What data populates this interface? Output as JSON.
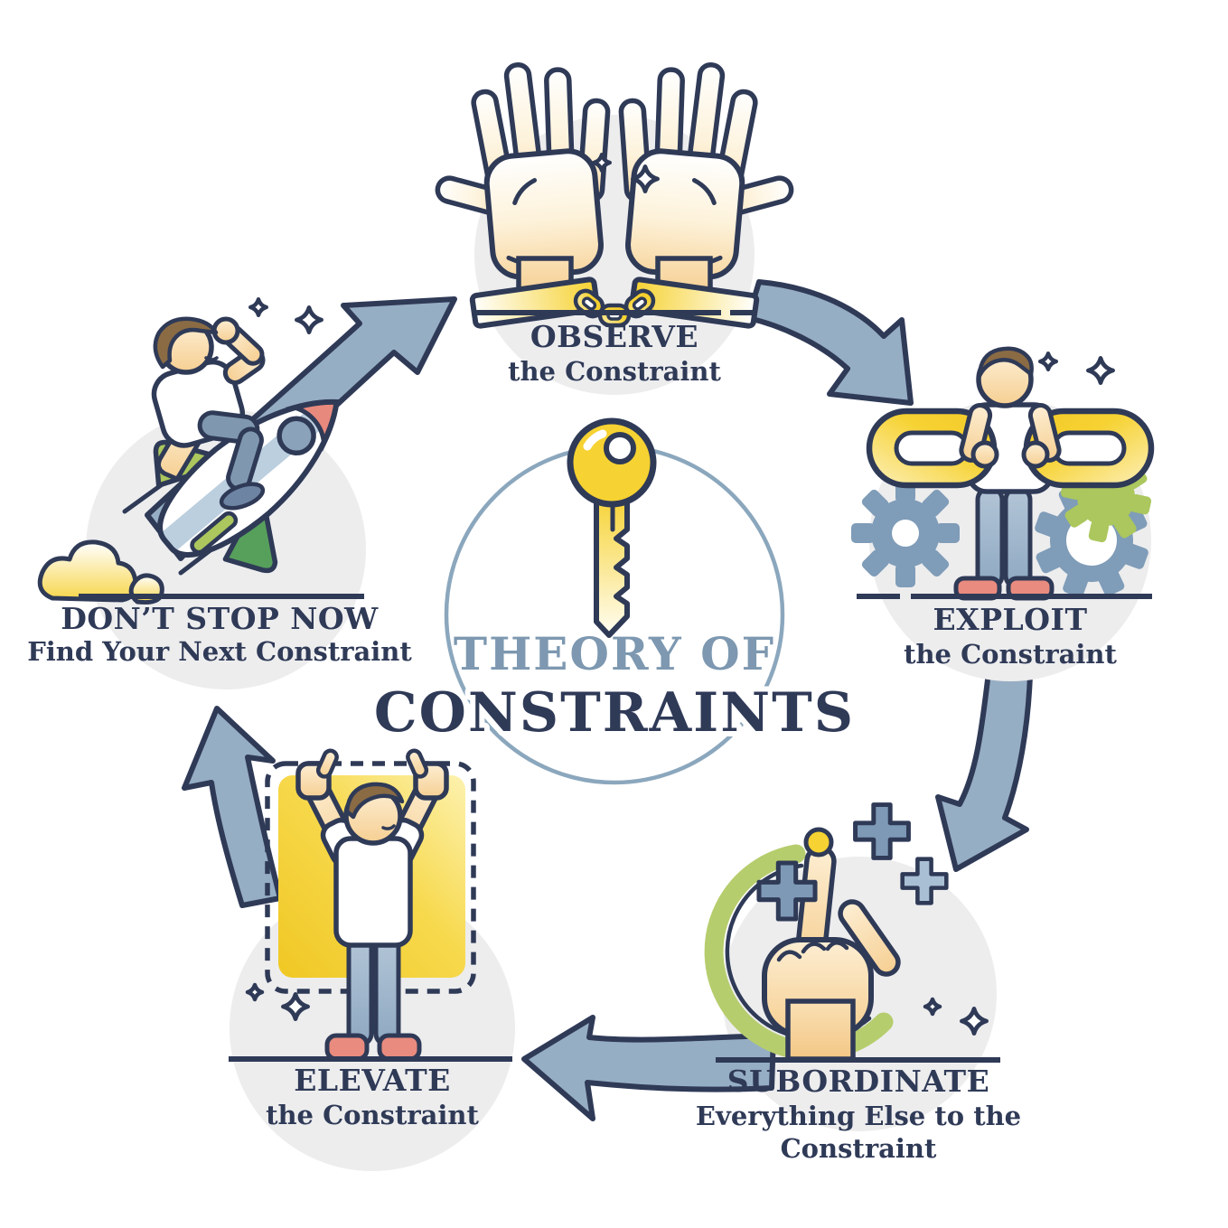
{
  "diagram": {
    "center": {
      "title_line1": "THEORY OF",
      "title_line2": "CONSTRAINTS",
      "icon": "key-icon"
    },
    "steps": [
      {
        "id": "observe",
        "order": 1,
        "position": "top",
        "title": "OBSERVE",
        "subtitle": "the Constraint",
        "icon": "handcuffed-hands-icon"
      },
      {
        "id": "exploit",
        "order": 2,
        "position": "right",
        "title": "EXPLOIT",
        "subtitle": "the Constraint",
        "icon": "person-with-chain-links-icon"
      },
      {
        "id": "subordinate",
        "order": 3,
        "position": "bottom-right",
        "title": "SUBORDINATE",
        "subtitle": "Everything Else to the",
        "subtitle_line2": "Constraint",
        "icon": "raised-finger-hand-icon"
      },
      {
        "id": "elevate",
        "order": 4,
        "position": "bottom-left",
        "title": "ELEVATE",
        "subtitle": "the Constraint",
        "icon": "celebrating-person-icon"
      },
      {
        "id": "dont_stop",
        "order": 5,
        "position": "top-left",
        "title": "DON’T STOP NOW",
        "subtitle": "Find Your Next Constraint",
        "icon": "rocket-riding-person-icon"
      }
    ],
    "colors": {
      "outline": "#2f3a57",
      "arrow": "#96aec4",
      "accent_yellow": "#f6d232",
      "accent_green": "#abc75d",
      "accent_green_dark": "#57a05c",
      "accent_salmon": "#e98b7e",
      "slate_gear": "#7f9cb8",
      "light_gray_circle": "#ededee",
      "title_slate": "#7d98b0",
      "skin": "#f8d7a2",
      "jeans": "#9db5ca",
      "hair_brown": "#8a6b44",
      "arc_green": "#b6cd6d",
      "plus_dark": "#7e99b5",
      "plus_light": "#a9bfd3"
    }
  }
}
